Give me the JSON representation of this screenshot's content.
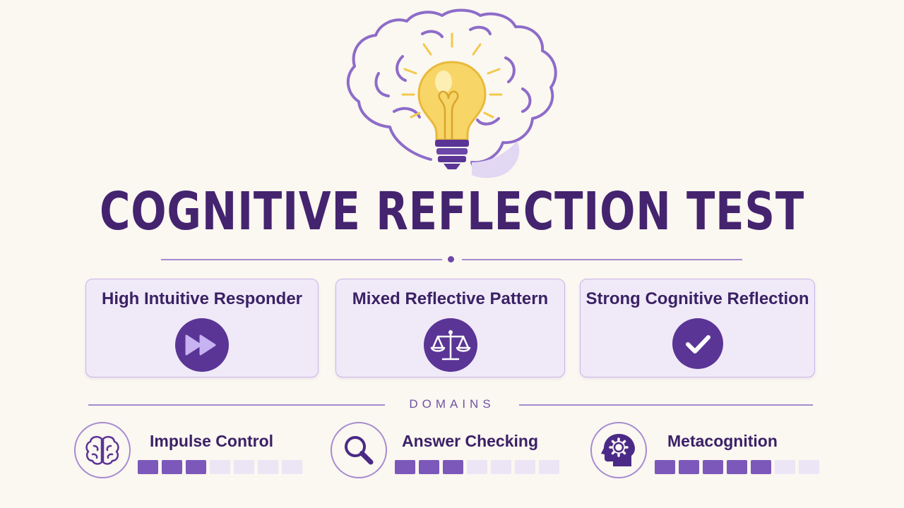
{
  "title": "COGNITIVE REFLECTION TEST",
  "colors": {
    "background": "#fbf7f1",
    "title": "#44236f",
    "accent": "#5a3596",
    "bulb": "#f7d567",
    "segment_on": "#7b58ba",
    "segment_off": "#ece5f5"
  },
  "hero": {
    "icon": "brain-lightbulb-icon"
  },
  "cards": [
    {
      "label": "High Intuitive Responder",
      "icon": "fast-forward-icon"
    },
    {
      "label": "Mixed Reflective Pattern",
      "icon": "balance-scale-icon"
    },
    {
      "label": "Strong Cognitive Reflection",
      "icon": "checkmark-icon"
    }
  ],
  "domains_label": "DOMAINS",
  "domains": [
    {
      "label": "Impulse Control",
      "icon": "brain-icon",
      "level": 3,
      "max": 7
    },
    {
      "label": "Answer Checking",
      "icon": "magnifier-icon",
      "level": 3,
      "max": 7
    },
    {
      "label": "Metacognition",
      "icon": "head-gear-icon",
      "level": 5,
      "max": 7
    }
  ]
}
